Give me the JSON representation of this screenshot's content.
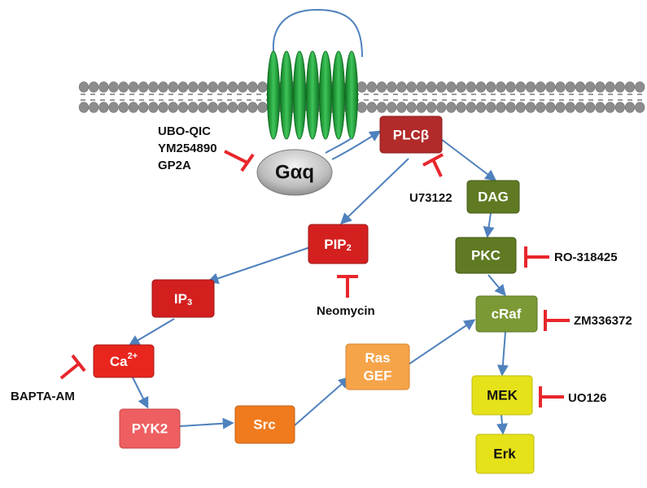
{
  "colors": {
    "membrane": "#8c8c8c",
    "receptor": "#22a23a",
    "arrow": "#4f81bd",
    "inhibitor": "#e8262c",
    "red_node": "#d41f1f",
    "dark_red_node": "#b22a2a",
    "olive_node": "#5f7a22",
    "green_node": "#7b9a35",
    "orange_node": "#f07a1e",
    "light_orange_node": "#f6a44a",
    "pink_node": "#ee5f61",
    "yellow_node": "#e6e219",
    "gray_node": "#a9a9a9"
  },
  "nodes": {
    "gaq": "Gαq",
    "plcb": "PLCβ",
    "dag": "DAG",
    "pkc": "PKC",
    "pip2": {
      "base": "PIP",
      "sub": "2"
    },
    "ip3": {
      "base": "IP",
      "sub": "3"
    },
    "ca": {
      "base": "Ca",
      "sup": "2+"
    },
    "pyk2": "PYK2",
    "src": "Src",
    "rasgef": {
      "line1": "Ras",
      "line2": "GEF"
    },
    "craf": "cRaf",
    "mek": "MEK",
    "erk": "Erk"
  },
  "inhibitors": {
    "gaq_inhibitors": [
      "UBO-QIC",
      "YM254890",
      "GP2A"
    ],
    "u73122": "U73122",
    "neomycin": "Neomycin",
    "ro": "RO-318425",
    "zm": "ZM336372",
    "uo126": "UO126",
    "bapta": "BAPTA-AM"
  }
}
